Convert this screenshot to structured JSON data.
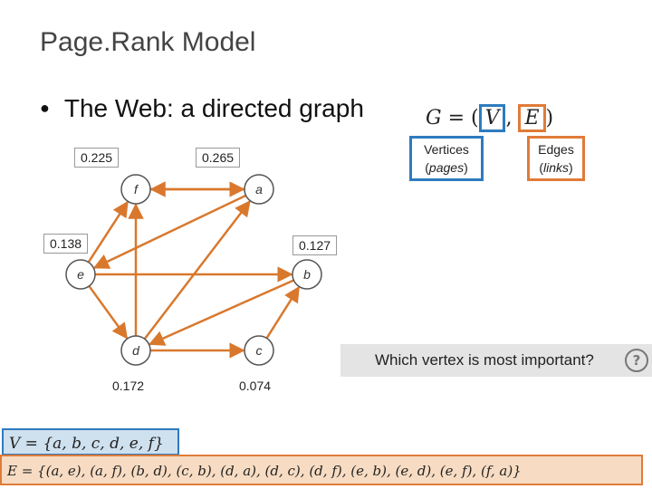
{
  "slide": {
    "title": "Page.Rank Model",
    "bullet": "The Web: a directed graph",
    "formula": {
      "g": "G",
      "eq": " = (",
      "v": "V",
      "comma": ", ",
      "e": "E",
      "close": ")"
    },
    "callouts": {
      "vertices": {
        "line1": "Vertices",
        "paren_open": "(",
        "italic": "pages",
        "paren_close": ")"
      },
      "edges": {
        "line1": "Edges",
        "paren_open": "(",
        "italic": "links",
        "paren_close": ")"
      }
    },
    "question": "Which vertex is most important?",
    "help_glyph": "?",
    "vertex_set": "V = {a, b, c, d, e, f}",
    "edge_set": "E = {(a, e), (a, f), (b, d), (c, b), (d, a), (d, c), (d, f), (e, b), (e, d), (e, f), (f, a)}"
  },
  "graph": {
    "nodes": [
      {
        "id": "f",
        "label": "f",
        "score": "0.225"
      },
      {
        "id": "a",
        "label": "a",
        "score": "0.265"
      },
      {
        "id": "e",
        "label": "e",
        "score": "0.138"
      },
      {
        "id": "b",
        "label": "b",
        "score": "0.127"
      },
      {
        "id": "d",
        "label": "d",
        "score": "0.172"
      },
      {
        "id": "c",
        "label": "c",
        "score": "0.074"
      }
    ],
    "edges": [
      [
        "a",
        "e"
      ],
      [
        "a",
        "f"
      ],
      [
        "b",
        "d"
      ],
      [
        "c",
        "b"
      ],
      [
        "d",
        "a"
      ],
      [
        "d",
        "c"
      ],
      [
        "d",
        "f"
      ],
      [
        "e",
        "b"
      ],
      [
        "e",
        "d"
      ],
      [
        "e",
        "f"
      ],
      [
        "f",
        "a"
      ]
    ],
    "colors": {
      "edge": "#d9782d",
      "node_fill": "#ffffff",
      "node_stroke": "#555555",
      "v_box": "#2e7bbf",
      "e_box": "#e07b39"
    }
  }
}
